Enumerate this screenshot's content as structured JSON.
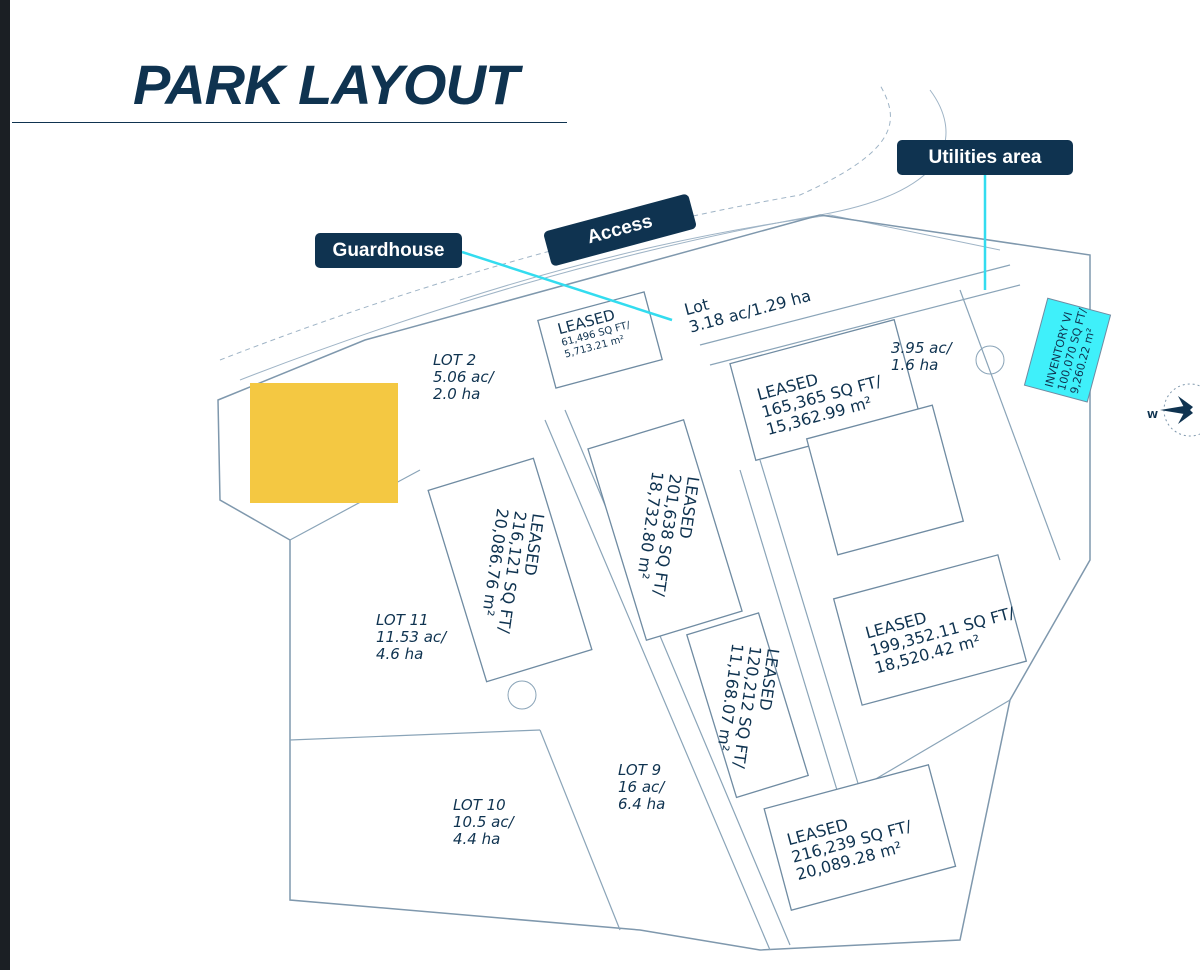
{
  "title": "PARK LAYOUT",
  "callouts": {
    "guardhouse": "Guardhouse",
    "access": "Access",
    "utilities": "Utilities area"
  },
  "lots": {
    "lot2": {
      "name": "LOT 2",
      "acres": "5.06 ac/",
      "hectares": "2.0 ha"
    },
    "lot11": {
      "name": "LOT 11",
      "acres": "11.53 ac/",
      "hectares": "4.6 ha"
    },
    "lot10": {
      "name": "LOT 10",
      "acres": "10.5 ac/",
      "hectares": "4.4 ha"
    },
    "lot9": {
      "name": "LOT 9",
      "acres": "16 ac/",
      "hectares": "6.4 ha"
    },
    "lot_small": {
      "name": "Lot",
      "area": "3.18 ac/1.29 ha"
    },
    "lot_east": {
      "acres": "3.95 ac/",
      "hectares": "1.6 ha"
    }
  },
  "buildings": [
    {
      "status": "LEASED",
      "sqft": "61,496 SQ FT/",
      "sqm": "5,713.21 m²"
    },
    {
      "status": "LEASED",
      "sqft": "165,365 SQ FT/",
      "sqm": "15,362.99 m²"
    },
    {
      "status": "LEASED",
      "sqft": "216,121 SQ FT/",
      "sqm": "20,086.76 m²"
    },
    {
      "status": "LEASED",
      "sqft": "201,638 SQ FT/",
      "sqm": "18,732.80 m²"
    },
    {
      "status": "LEASED",
      "sqft": "120,212 SQ FT/",
      "sqm": "11,168.07 m²"
    },
    {
      "status": "LEASED",
      "sqft": "199,352.11 SQ FT/",
      "sqm": "18,520.42 m²"
    },
    {
      "status": "LEASED",
      "sqft": "216,239 SQ FT/",
      "sqm": "20,089.28 m²"
    }
  ],
  "inventory": {
    "name": "INVENTORY VI",
    "sqft": "100,070 SQ FT/",
    "sqm": "9,260.22 m²"
  },
  "compass": {
    "west": "W"
  },
  "colors": {
    "navy": "#0f3350",
    "cyan": "#3ff0fa",
    "line": "#8aa4b8",
    "yellow": "#f4c842"
  }
}
